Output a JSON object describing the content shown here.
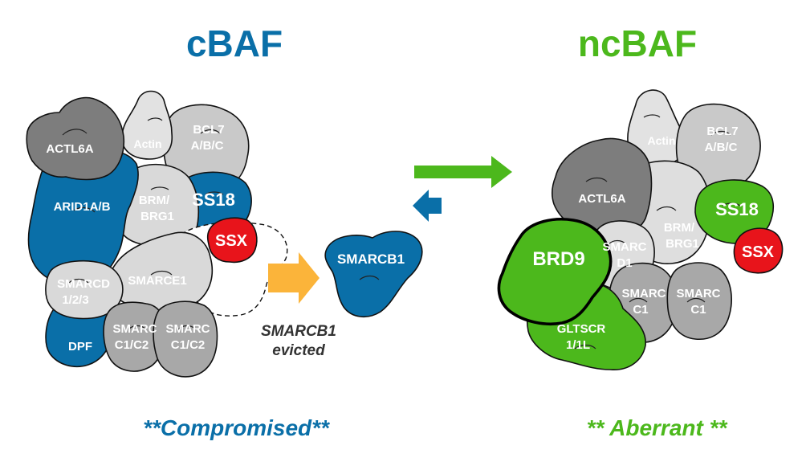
{
  "colors": {
    "blue": "#0a6fa8",
    "green": "#4cb81c",
    "dark_gray": "#7d7d7d",
    "mid_gray": "#a8a8a8",
    "light_gray": "#d6d6d6",
    "red": "#e8141b",
    "arrow_orange": "#fbb43a"
  },
  "left_complex": {
    "title": "cBAF",
    "caption": "**Compromised**",
    "subunits": {
      "actl6a": "ACTL6A",
      "actin": "Actin",
      "bcl7": [
        "BCL7",
        "A/B/C"
      ],
      "arid1a": "ARID1A/B",
      "brm": [
        "BRM/",
        "BRG1"
      ],
      "ss18": "SS18",
      "ssx": "SSX",
      "smarcd": [
        "SMARCD",
        "1/2/3"
      ],
      "smarce1": "SMARCE1",
      "dpf": "DPF",
      "smarcc_a": [
        "SMARC",
        "C1/C2"
      ],
      "smarcc_b": [
        "SMARC",
        "C1/C2"
      ]
    }
  },
  "evicted": {
    "subunit": "SMARCB1",
    "label": [
      "SMARCB1",
      "evicted"
    ]
  },
  "right_complex": {
    "title": "ncBAF",
    "caption": "** Aberrant **",
    "subunits": {
      "actin": "Actin",
      "bcl7": [
        "BCL7",
        "A/B/C"
      ],
      "actl6a": "ACTL6A",
      "brm": [
        "BRM/",
        "BRG1"
      ],
      "ss18": "SS18",
      "ssx": "SSX",
      "brd9": "BRD9",
      "smarcd": [
        "SMARC",
        "D1"
      ],
      "smarcc_a": [
        "SMARC",
        "C1"
      ],
      "smarcc_b": [
        "SMARC",
        "C1"
      ],
      "gltscr": [
        "GLTSCR",
        "1/1L"
      ]
    }
  }
}
